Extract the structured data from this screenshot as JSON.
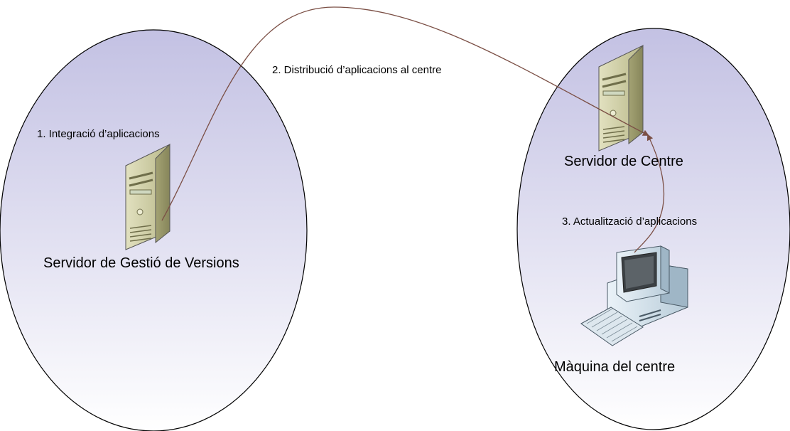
{
  "zones": {
    "left": {
      "caption": "Servidor de Gestió de Versions"
    },
    "right": {
      "server_caption": "Servidor de Centre",
      "machine_caption": "Màquina del centre"
    }
  },
  "steps": {
    "step1": "1. Integració d’aplicacions",
    "step2": "2. Distribució d’aplicacions al centre",
    "step3": "3. Actualització d’aplicacions"
  },
  "icons": {
    "left_server": "server-tower-icon",
    "right_server": "server-tower-icon",
    "workstation": "desktop-computer-icon"
  },
  "colors": {
    "zone_fill_top": "#c3c1e3",
    "zone_fill_bottom": "#ffffff",
    "zone_stroke": "#000000",
    "arrow": "#7b4f45",
    "server_body": "#c9c89a"
  }
}
